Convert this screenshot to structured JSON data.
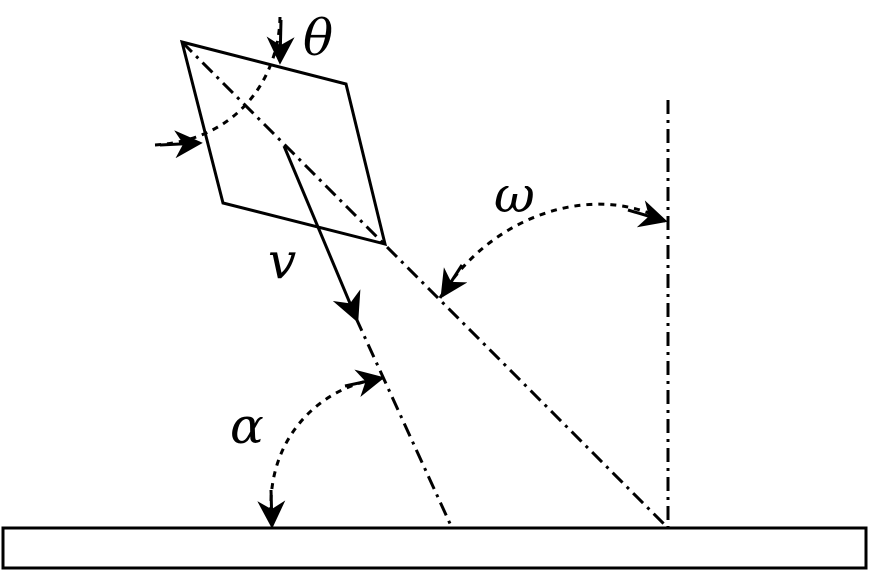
{
  "colors": {
    "ink": "#000000",
    "background": "#ffffff"
  },
  "labels": {
    "theta": "θ",
    "omega": "ω",
    "v": "v",
    "alpha": "α"
  }
}
